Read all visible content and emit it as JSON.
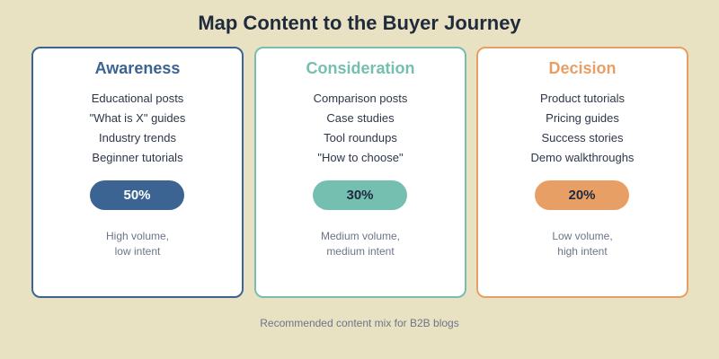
{
  "title": "Map Content to the Buyer Journey",
  "stages": [
    {
      "name": "Awareness",
      "color": "#3b6493",
      "items": [
        "Educational posts",
        "\"What is X\" guides",
        "Industry trends",
        "Beginner tutorials"
      ],
      "percent": "50%",
      "badge_text_color": "#ffffff",
      "note_line1": "High volume,",
      "note_line2": "low intent"
    },
    {
      "name": "Consideration",
      "color": "#74bfb0",
      "items": [
        "Comparison posts",
        "Case studies",
        "Tool roundups",
        "\"How to choose\""
      ],
      "percent": "30%",
      "badge_text_color": "#1f2a3c",
      "note_line1": "Medium volume,",
      "note_line2": "medium intent"
    },
    {
      "name": "Decision",
      "color": "#e89f66",
      "items": [
        "Product tutorials",
        "Pricing guides",
        "Success stories",
        "Demo walkthroughs"
      ],
      "percent": "20%",
      "badge_text_color": "#1f2a3c",
      "note_line1": "Low volume,",
      "note_line2": "high intent"
    }
  ],
  "footer": "Recommended content mix for B2B blogs"
}
